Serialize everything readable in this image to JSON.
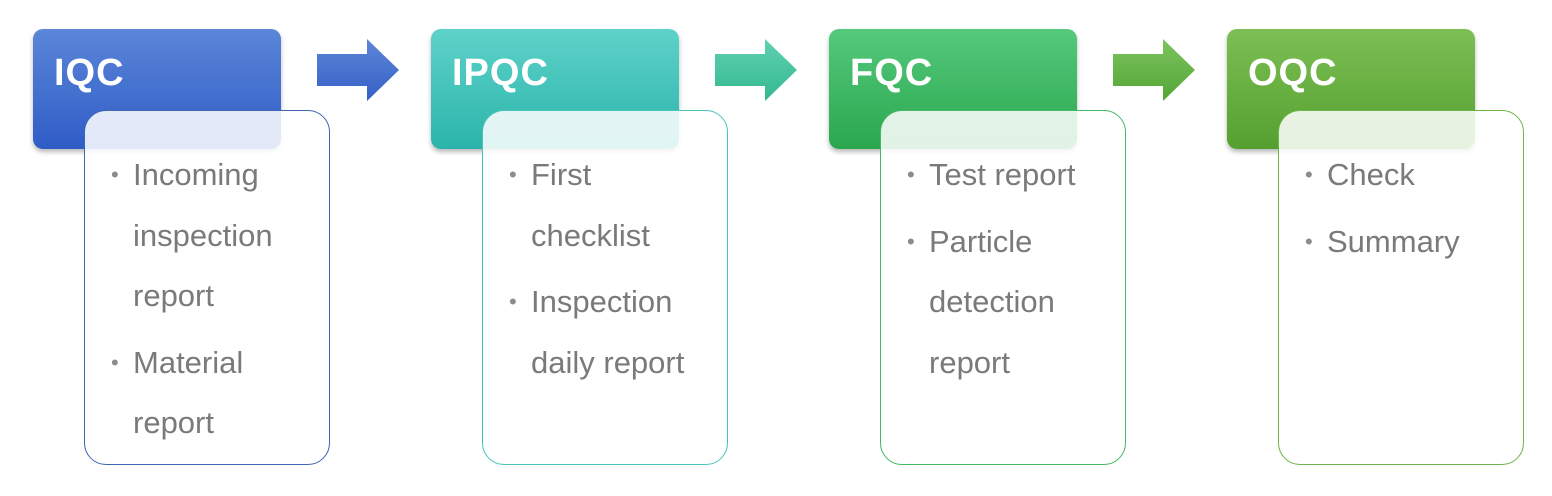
{
  "stages": [
    {
      "title": "IQC",
      "items": [
        "Incoming inspection report",
        "Material report"
      ]
    },
    {
      "title": "IPQC",
      "items": [
        "First checklist",
        "Inspection daily report"
      ]
    },
    {
      "title": "FQC",
      "items": [
        "Test report",
        "Particle detection report"
      ]
    },
    {
      "title": "OQC",
      "items": [
        "Check",
        "Summary"
      ]
    }
  ],
  "bullet": "•",
  "colors": {
    "iqc": "#2f5cc6",
    "ipqc": "#2bb4ab",
    "fqc": "#2aa74e",
    "oqc": "#54a02f",
    "text": "#7a7a7a"
  }
}
